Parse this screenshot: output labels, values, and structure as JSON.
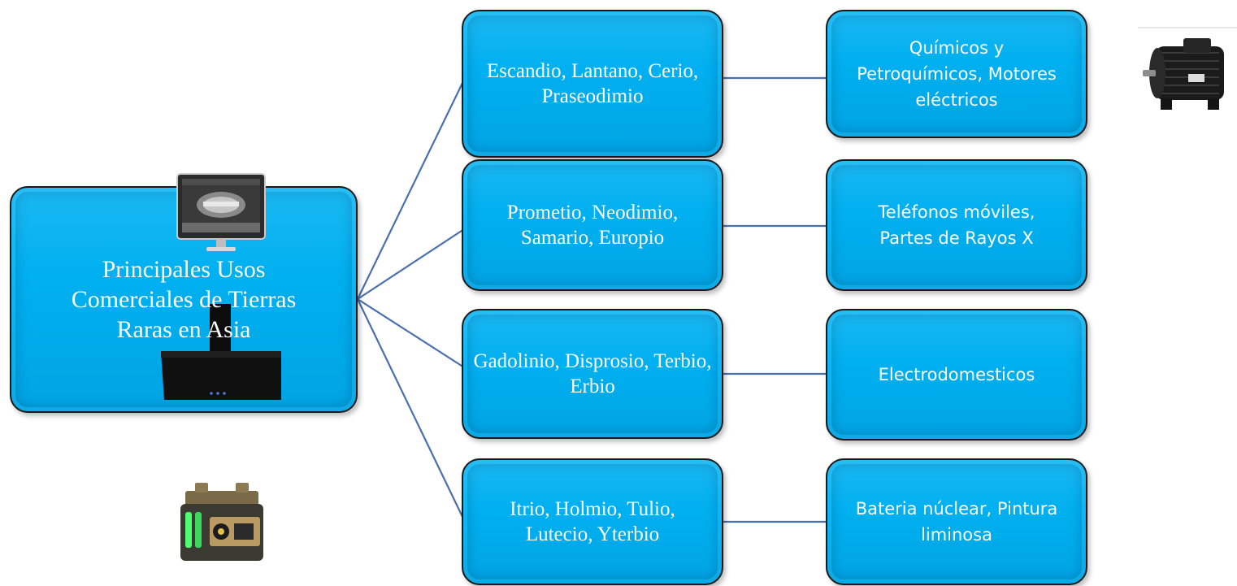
{
  "root": {
    "label": "Principales Usos Comerciales de Tierras Raras en Asia"
  },
  "rows": [
    {
      "elements": "Escandio, Lantano, Cerio, Praseodimio",
      "uses": "Químicos y Petroquímicos, Motores eléctricos"
    },
    {
      "elements": "Prometio, Neodimio, Samario, Europio",
      "uses": "Teléfonos móviles, Partes de Rayos X"
    },
    {
      "elements": "Gadolinio, Disprosio, Terbio, Erbio",
      "uses": "Electrodomesticos"
    },
    {
      "elements": "Itrio, Holmio, Tulio, Lutecio, Yterbio",
      "uses": "Bateria núclear, Pintura liminosa"
    }
  ],
  "images": [
    {
      "name": "electric-motor-icon"
    },
    {
      "name": "xray-monitor-icon"
    },
    {
      "name": "range-hood-icon"
    },
    {
      "name": "nuclear-battery-icon"
    }
  ],
  "colors": {
    "box_fill": "#00b0f0",
    "connector": "#4a6fb0",
    "text": "#ffffff"
  }
}
